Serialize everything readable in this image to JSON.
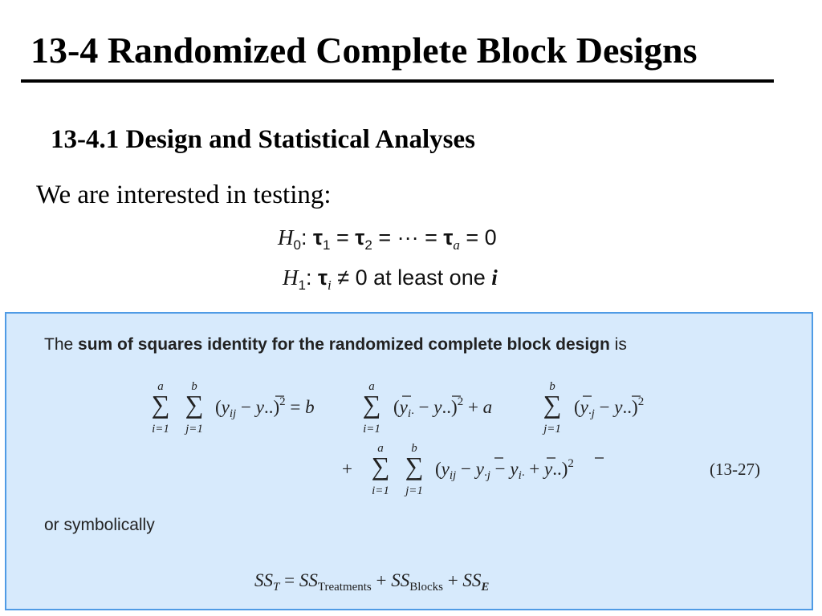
{
  "slide": {
    "title": "13-4 Randomized Complete Block Designs",
    "subtitle": "13-4.1 Design and Statistical Analyses",
    "intro": "We are interested in testing:"
  },
  "hypotheses": {
    "h0": "H0: τ1 = τ2 = ··· = τa = 0",
    "h1": "H1: τi ≠ 0 at least one i",
    "h1_tail": "at least one"
  },
  "box": {
    "intro_prefix": "The",
    "intro_bold": "sum of squares identity for the randomized complete block design",
    "intro_suffix": "is",
    "equation_number": "(13-27)",
    "or_text": "or symbolically",
    "bg_color": "#d7eafc",
    "border_color": "#4f9be5"
  },
  "formula": {
    "sum_upper_a": "a",
    "sum_upper_b": "b",
    "sum_lower_i": "i=1",
    "sum_lower_j": "j=1",
    "coef_b": "b",
    "coef_a": "a",
    "ss_total": "SS",
    "ss_total_sub": "T",
    "ss_treat": "SS",
    "ss_treat_sub": "Treatments",
    "ss_block": "SS",
    "ss_block_sub": "Blocks",
    "ss_error": "SS",
    "ss_error_sub": "E"
  }
}
